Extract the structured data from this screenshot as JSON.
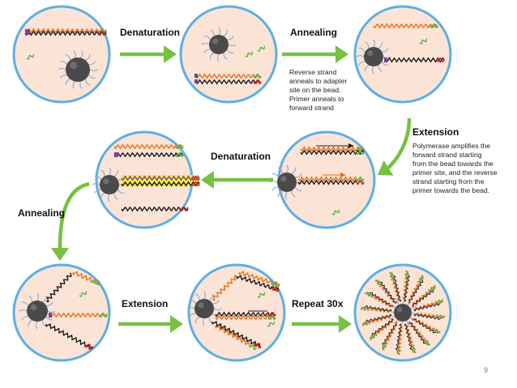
{
  "steps": {
    "denaturation_1": "Denaturation",
    "annealing_1": "Annealing",
    "annealing_note": [
      "Reverse strand",
      "anneals to adapter",
      "site on the bead.",
      "Primer anneals to",
      "forward strand"
    ],
    "extension_1": "Extension",
    "extension_note": [
      "Polymerase amplifies the",
      "forward strand starting",
      "from the bead towards the",
      "primer site, and the reverse",
      "strand starting from the",
      "primer towards the bead."
    ],
    "denaturation_2": "Denaturation",
    "annealing_2": "Annealing",
    "extension_2": "Extension",
    "repeat": "Repeat 30x"
  },
  "page_number": "9",
  "colors": {
    "circle_fill": "#fbe3d6",
    "circle_stroke": "#5eafe3",
    "arrow": "#76c142",
    "bead": "#4a4a4a",
    "adapter": "#8fa6d8",
    "strand_black": "#1a1a1a",
    "strand_orange": "#e8701a",
    "strand_green": "#53b845",
    "strand_red": "#d8232a",
    "strand_blue": "#2f5ea8",
    "strand_purple": "#7b3fa0",
    "highlight": "#f3ee2a"
  }
}
